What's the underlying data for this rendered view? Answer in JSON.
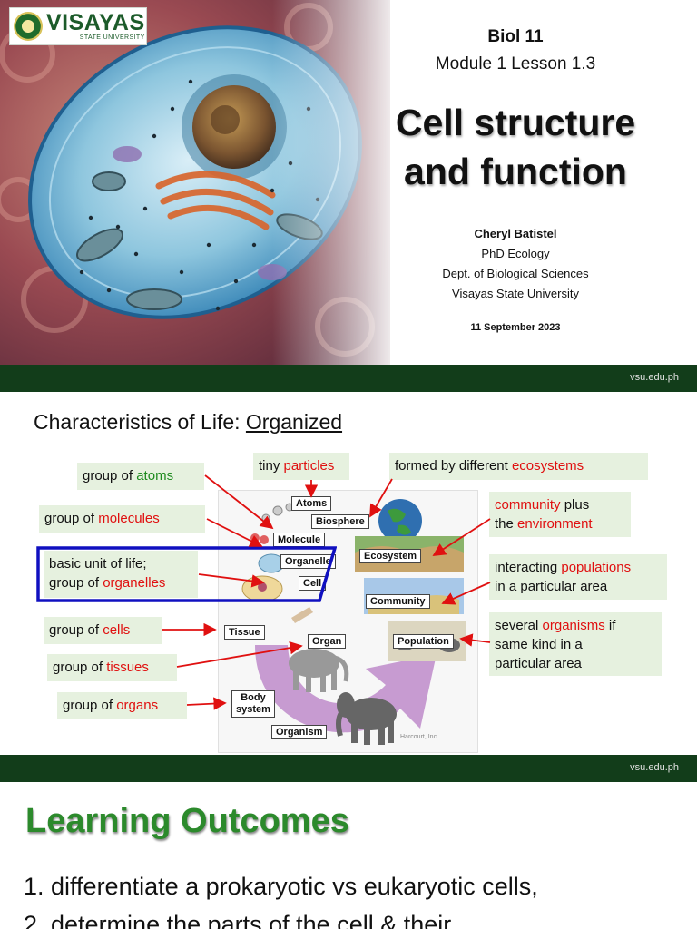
{
  "slide1": {
    "logo_word": "VISAYAS",
    "logo_sub": "STATE UNIVERSITY",
    "course": "Biol 11",
    "lesson": "Module 1 Lesson 1.3",
    "title_line1": "Cell structure",
    "title_line2": "and function",
    "author": "Cheryl Batistel",
    "degree": "PhD Ecology",
    "dept": "Dept. of Biological Sciences",
    "university": "Visayas State University",
    "date": "11 September 2023",
    "footer_url": "vsu.edu.ph"
  },
  "slide2": {
    "title_prefix": "Characteristics of Life: ",
    "title_underlined": "Organized",
    "left_boxes": {
      "atoms": {
        "pre": "group of ",
        "key": "atoms"
      },
      "molecules": {
        "pre": "group of ",
        "key": "molecules"
      },
      "basic1": "basic unit of life;",
      "basic2_pre": "group of ",
      "basic2_key": "organelles",
      "cells": {
        "pre": "group of ",
        "key": "cells"
      },
      "tissues": {
        "pre": "group of  ",
        "key": "tissues"
      },
      "organs": {
        "pre": "group of ",
        "key": "organs"
      }
    },
    "top_boxes": {
      "tiny_pre": "tiny ",
      "tiny_key": "particles",
      "formed_pre": "formed by different ",
      "formed_key": "ecosystems"
    },
    "right_boxes": {
      "community_key": "community",
      "community_rest": " plus",
      "community_pre2": "the ",
      "community_key2": "environment",
      "inter_pre": "interacting ",
      "inter_key": "populations",
      "inter_line2": "in a particular area",
      "sev_pre": "several ",
      "sev_key": "organisms",
      "sev_rest": " if",
      "sev_line2": "same kind in a",
      "sev_line3": "particular area"
    },
    "figure_labels": {
      "atoms": "Atoms",
      "biosphere": "Biosphere",
      "molecule": "Molecule",
      "ecosystem": "Ecosystem",
      "organelle": "Organelle",
      "cell": "Cell",
      "community": "Community",
      "tissue": "Tissue",
      "organ": "Organ",
      "population": "Population",
      "body_system_1": "Body",
      "body_system_2": "system",
      "organism": "Organism",
      "credit": "Harcourt, Inc"
    },
    "colors": {
      "key_term": "#e01010",
      "atoms_term": "#1d8a1d",
      "box_bg": "#e6f1df",
      "frame": "#1010c0",
      "arrow": "#e01010"
    },
    "footer_url": "vsu.edu.ph"
  },
  "slide3": {
    "title": "Learning Outcomes",
    "item1": "1. differentiate a prokaryotic vs eukaryotic cells,",
    "item2": "2. determine the parts of the cell & their"
  }
}
